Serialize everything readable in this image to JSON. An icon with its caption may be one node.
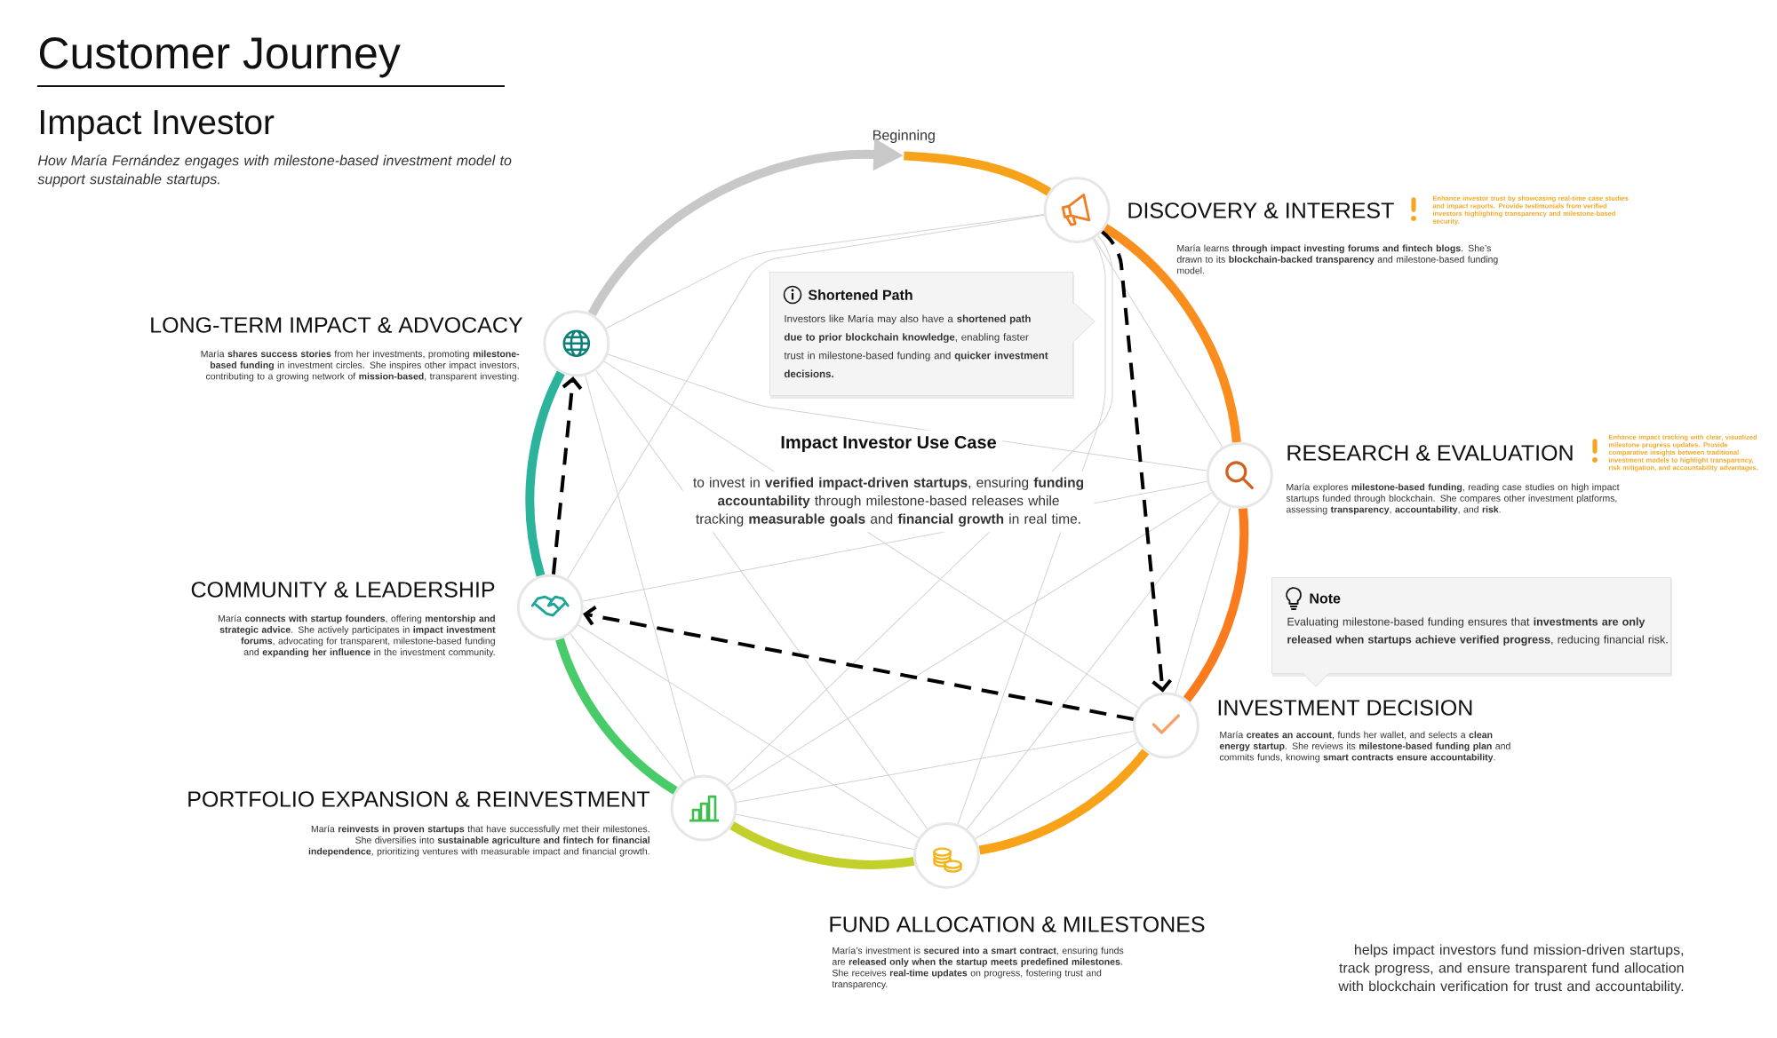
{
  "diagram": {
    "title": "Customer Journey",
    "nodes": [
      {
        "text": [
          "Beginning"
        ]
      },
      {
        "text": [
          "DISCOVERY & INTEREST",
          "María learns **through impact investing forums and fintech blogs**. She’s drawn to its **blockchain-backed transparency** and milestone-based funding model."
        ],
        "beside": [
          "Enhance investor trust by showcasing real-time case studies and impact reports. Provide testimonials from verified investors highlighting transparency and milestone-based security."
        ]
      },
      {
        "text": [
          "RESEARCH & EVALUATION",
          "María explores **milestone-based funding**, reading case studies on high impact startups funded through blockchain. She compares other investment platforms, assessing **transparency**, **accountability**, and **risk**."
        ],
        "beside": [
          "Enhance impact tracking with clear, visualized milestone progress updates. Provide comparative insights between traditional investment models to highlight transparency, risk mitigation, and accountability advantages."
        ]
      },
      {
        "text": [
          "INVESTMENT DECISION",
          "María **creates an account**, funds her wallet, and selects a **clean energy startup**. She reviews its **milestone-based funding plan** and commits funds, knowing **smart contracts ensure accountability**."
        ]
      },
      {
        "text": [
          "FUND ALLOCATION & MILESTONES"
        ]
      },
      {
        "text": [
          "PORTFOLIO EXPANSION & REINVESTMENT",
          "María **reinvests in proven startups** that have successfully met their milestones. She diversifies into **sustainable agriculture and fintech for financial independence**, prioritizing ventures with measurable impact and financial growth."
        ]
      },
      {
        "text": [
          "COMMUNITY & LEADERSHIP",
          "María **connects with startup founders**, offering **mentorship and strategic advice**. She actively participates in **impact investment forums**, advocating for transparent, milestone-based funding and **expanding her influence** in the investment community."
        ]
      },
      {
        "text": [
          "LONG-TERM IMPACT & ADVOCACY",
          "María **shares success stories** from her investments, promoting **milestone-based funding** in investment circles. She inspires other impact investors, contributing to a growing network of **mission-based**, transparent investing."
        ]
      },
      {
        "text": [
          "Shortened Path",
          "Investors like María may also have a **shortened path due to prior blockchain knowledge**, enabling faster trust in milestone-based funding and **quicker investment decisions.**"
        ]
      },
      {
        "text": [
          "Note",
          "Evaluating milestone-based funding ensures that **investments are only released when startups achieve verified progress**, reducing financial risk."
        ]
      }
    ],
    "edges": [
      {
        "from": 0,
        "to": 1,
        "arrow": "none",
        "style": "thick",
        "color": "#f6a21b"
      },
      {
        "from": 1,
        "to": 2,
        "arrow": "none",
        "style": "thick",
        "color": "#f98d1d"
      },
      {
        "from": 2,
        "to": 3,
        "arrow": "none",
        "style": "thick",
        "color": "#f97b1e"
      },
      {
        "from": 3,
        "to": 4,
        "arrow": "none",
        "style": "thick",
        "color": "#f8a21a"
      },
      {
        "from": 4,
        "to": 5,
        "arrow": "none",
        "style": "thick",
        "color": "#c3d02c"
      },
      {
        "from": 5,
        "to": 6,
        "arrow": "none",
        "style": "thick",
        "color": "#48cc6a"
      },
      {
        "from": 6,
        "to": 7,
        "arrow": "none",
        "style": "thick",
        "color": "#2bb39b"
      },
      {
        "from": 7,
        "to": 0,
        "arrow": "to",
        "style": "thick",
        "color": "#c8c8c8"
      },
      {
        "from": 1,
        "to": 3,
        "arrow": "to",
        "style": "dashed",
        "color": "#000000"
      },
      {
        "from": 3,
        "to": 6,
        "arrow": "to",
        "style": "dashed",
        "color": "#000000"
      },
      {
        "from": 6,
        "to": 7,
        "arrow": "to",
        "style": "dashed",
        "color": "#000000"
      },
      {
        "from": 1,
        "to": 2,
        "arrow": "none"
      },
      {
        "from": 1,
        "to": 4,
        "arrow": "none"
      },
      {
        "from": 1,
        "to": 5,
        "arrow": "none"
      },
      {
        "from": 1,
        "to": 6,
        "arrow": "none"
      },
      {
        "from": 1,
        "to": 7,
        "arrow": "none"
      },
      {
        "from": 2,
        "to": 3,
        "arrow": "none"
      },
      {
        "from": 2,
        "to": 4,
        "arrow": "none"
      },
      {
        "from": 2,
        "to": 5,
        "arrow": "none"
      },
      {
        "from": 2,
        "to": 6,
        "arrow": "none"
      },
      {
        "from": 2,
        "to": 7,
        "arrow": "none"
      },
      {
        "from": 3,
        "to": 4,
        "arrow": "none"
      },
      {
        "from": 3,
        "to": 5,
        "arrow": "none"
      },
      {
        "from": 3,
        "to": 7,
        "arrow": "none"
      },
      {
        "from": 4,
        "to": 5,
        "arrow": "none"
      },
      {
        "from": 4,
        "to": 6,
        "arrow": "none"
      },
      {
        "from": 4,
        "to": 7,
        "arrow": "none"
      },
      {
        "from": 5,
        "to": 6,
        "arrow": "none"
      },
      {
        "from": 5,
        "to": 7,
        "arrow": "none"
      }
    ],
    "labels": [
      "Impact Investor",
      "How María Fernández engages with milestone-based investment model to support sustainable startups.",
      "Impact Investor Use Case",
      "to invest in **verified impact-driven startups**, ensuring **funding accountability** through milestone-based releases while tracking **measurable goals** and **financial growth** in real time.",
      "María’s investment is **secured into a smart contract**, ensuring funds are **released only when the startup meets predefined milestones**. She receives **real-time updates** on progress, fostering trust and transparency.",
      "helps impact investors fund mission-driven startups, track progress, and ensure transparent fund allocation with blockchain verification for trust and accountability."
    ]
  }
}
